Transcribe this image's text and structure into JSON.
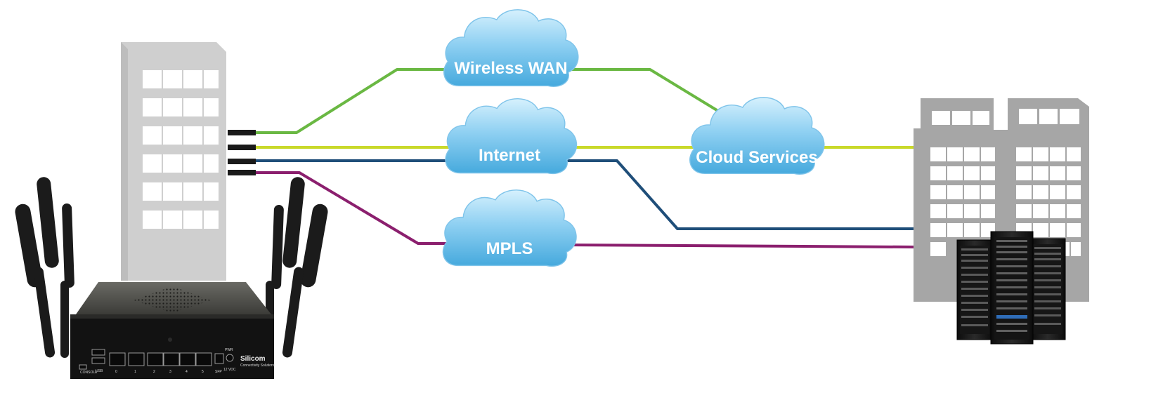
{
  "clouds": {
    "wireless_wan": "Wireless WAN",
    "internet": "Internet",
    "mpls": "MPLS",
    "cloud_services": "Cloud Services"
  },
  "router": {
    "brand": "Silicom",
    "brand_sub": "Connectivity Solutions",
    "port_labels": [
      "CONSOLE",
      "USB",
      "0",
      "1",
      "2",
      "3",
      "4",
      "5",
      "SFP",
      "PWR",
      "12 VDC"
    ]
  },
  "colors": {
    "wireless_wan_link": "#6ab843",
    "internet_link": "#c9d92a",
    "internet_backhaul_link": "#1f4e79",
    "mpls_link": "#8b1f6e",
    "cloud_fill_top": "#c8ecfb",
    "cloud_fill_bottom": "#4aaee0",
    "building": "#cfcfcf",
    "datacenter_buildings": "#a6a6a6"
  }
}
